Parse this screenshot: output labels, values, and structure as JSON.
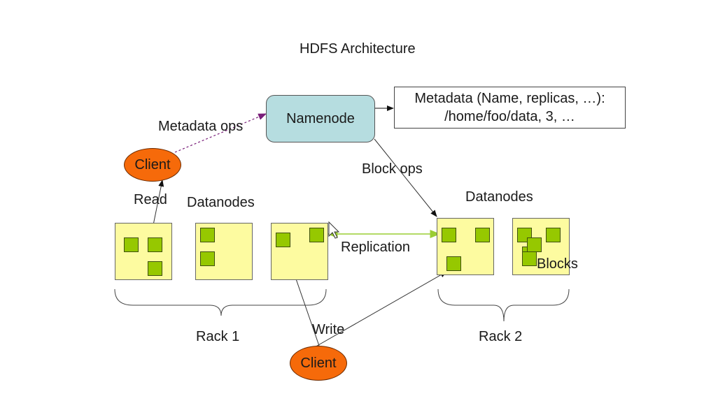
{
  "title": "HDFS Architecture",
  "namenode": {
    "label": "Namenode"
  },
  "metadata": {
    "line1": "Metadata (Name, replicas, …):",
    "line2": "/home/foo/data, 3, …"
  },
  "labels": {
    "metadata_ops": "Metadata ops",
    "block_ops": "Block ops",
    "read": "Read",
    "write": "Write",
    "replication": "Replication",
    "blocks": "Blocks",
    "datanodes_left": "Datanodes",
    "datanodes_right": "Datanodes",
    "rack1": "Rack 1",
    "rack2": "Rack 2"
  },
  "clients": [
    {
      "label": "Client",
      "role": "reader"
    },
    {
      "label": "Client",
      "role": "writer"
    }
  ],
  "racks": [
    {
      "name": "Rack 1",
      "datanodes": [
        {
          "blocks": 3
        },
        {
          "blocks": 2
        },
        {
          "blocks": 2
        }
      ]
    },
    {
      "name": "Rack 2",
      "datanodes": [
        {
          "blocks": 3
        },
        {
          "blocks": 4
        }
      ]
    }
  ],
  "colors": {
    "namenode": "#b6dde0",
    "client": "#f66a0a",
    "datanode": "#fdfba0",
    "block": "#96c800",
    "metadata_arrow": "#7a1f7a",
    "replication_arrow": "#9acd32"
  }
}
